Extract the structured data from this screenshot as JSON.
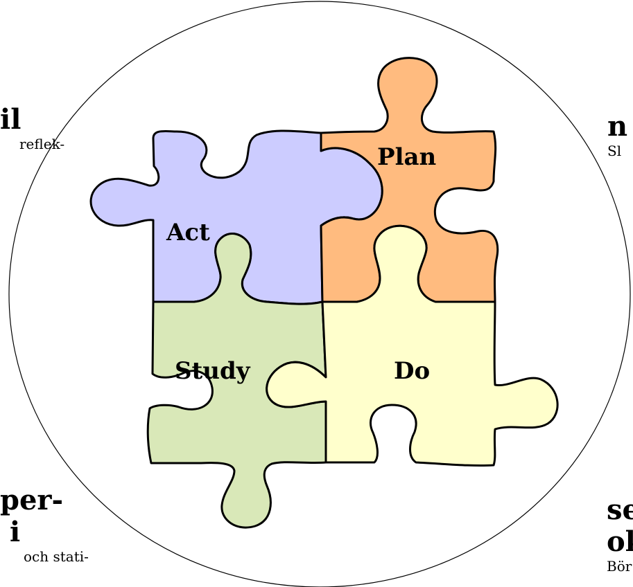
{
  "diagram": {
    "pieces": [
      {
        "id": "act",
        "label": "Act",
        "color": "#ccccff"
      },
      {
        "id": "plan",
        "label": "Plan",
        "color": "#ffbb7f"
      },
      {
        "id": "study",
        "label": "Study",
        "color": "#d9e8b8"
      },
      {
        "id": "do",
        "label": "Do",
        "color": "#ffffcc"
      }
    ],
    "colors": {
      "outline": "#000000",
      "circle": "#000000",
      "background": "#ffffff"
    }
  },
  "corners": {
    "top_left": {
      "head": "il",
      "body": "reflek-"
    },
    "top_right": {
      "head": "n",
      "body": "Sl"
    },
    "bottom_left": {
      "head_line1": "per-",
      "head_line2": "i",
      "body": "och stati-"
    },
    "bottom_right": {
      "head_line1": "sej",
      "head_line2": "ok",
      "body": "Bör"
    }
  }
}
